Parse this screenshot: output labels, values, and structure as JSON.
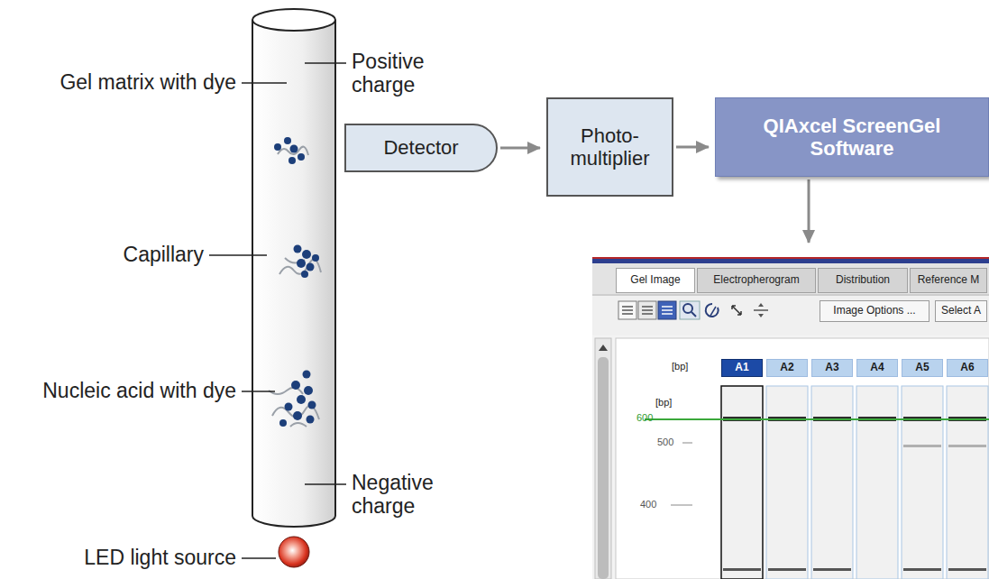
{
  "diagram": {
    "nodes": [
      {
        "text": [
          "Detector"
        ]
      },
      {
        "text": [
          "Photo-multiplier"
        ]
      },
      {
        "text": [
          "QIAxcel ScreenGel Software"
        ]
      },
      {
        "text": [
          "[bp]",
          "[bp]",
          "600",
          "500",
          "400"
        ]
      },
      {
        "text": [
          "Gel Image"
        ],
        "in": 3
      },
      {
        "text": [
          "Electropherogram"
        ],
        "in": 3
      },
      {
        "text": [
          "Distribution"
        ],
        "in": 3
      },
      {
        "text": [
          "Reference M"
        ],
        "in": 3
      },
      {
        "text": [
          "Image Options ..."
        ],
        "in": 3
      },
      {
        "text": [
          "Select A"
        ],
        "in": 3
      },
      {
        "text": [
          "A1"
        ],
        "in": 3
      },
      {
        "text": [
          "A2"
        ],
        "in": 3
      },
      {
        "text": [
          "A3"
        ],
        "in": 3
      },
      {
        "text": [
          "A4"
        ],
        "in": 3
      },
      {
        "text": [
          "A5"
        ],
        "in": 3
      },
      {
        "text": [
          "A6"
        ],
        "in": 3
      }
    ],
    "edges": [
      {
        "from": 0,
        "to": 1,
        "arrow": "to"
      },
      {
        "from": 1,
        "to": 2,
        "arrow": "to"
      },
      {
        "from": 2,
        "to": 3,
        "arrow": "to"
      }
    ],
    "labels": [
      "Gel matrix with dye",
      "Positive charge",
      "Capillary",
      "Nucleic acid with dye",
      "Negative charge",
      "LED light source"
    ]
  }
}
